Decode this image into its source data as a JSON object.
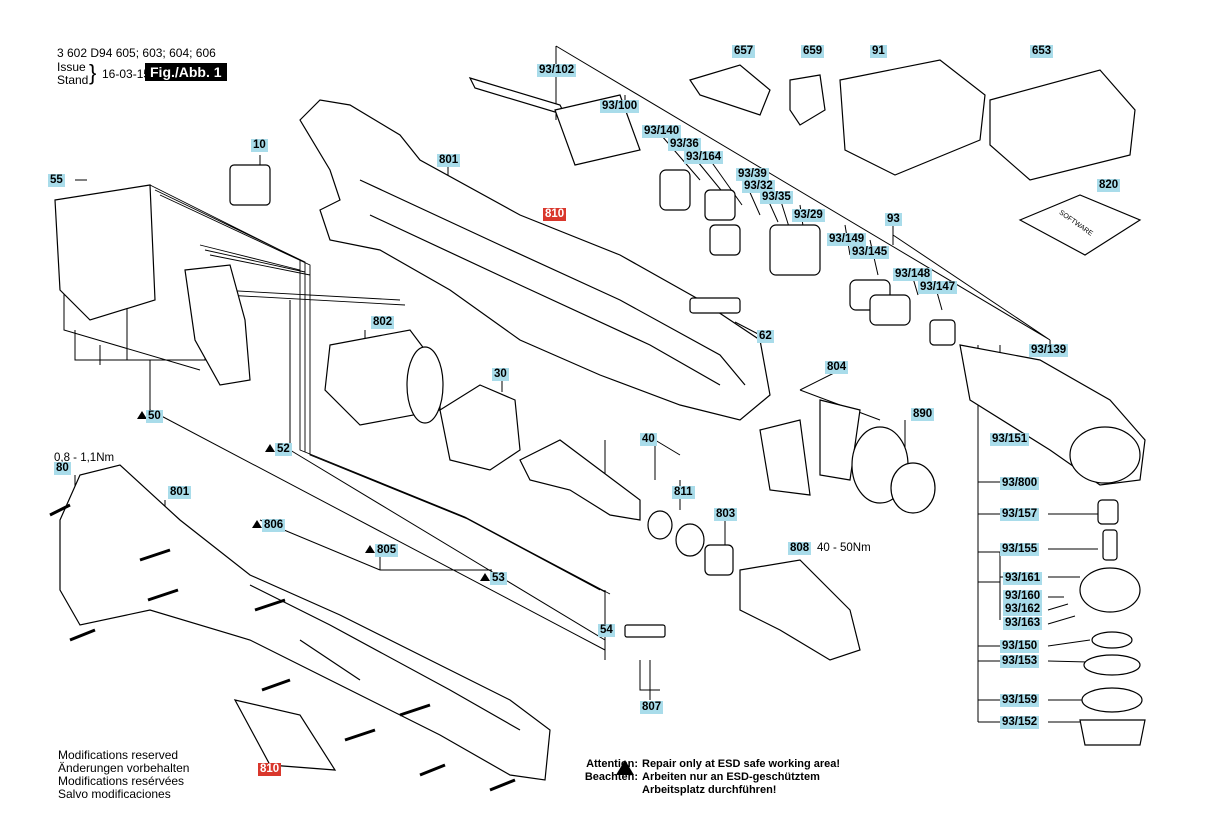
{
  "header": {
    "part_numbers": "3 602 D94 605; 603; 604; 606",
    "issue_label": "Issue",
    "stand_label": "Stand",
    "date": "16-03-15",
    "figure": "Fig./Abb. 1"
  },
  "callouts": {
    "c93_102": "93/102",
    "c657": "657",
    "c659": "659",
    "c91": "91",
    "c653": "653",
    "c93_100": "93/100",
    "c93_140": "93/140",
    "c93_36": "93/36",
    "c93_164": "93/164",
    "c93_39": "93/39",
    "c93_32": "93/32",
    "c93_35": "93/35",
    "c93_29": "93/29",
    "c820": "820",
    "c10": "10",
    "c801a": "801",
    "c55": "55",
    "c810a": "810",
    "c93": "93",
    "c93_149": "93/149",
    "c93_145": "93/145",
    "c93_148": "93/148",
    "c93_147": "93/147",
    "c62": "62",
    "c802": "802",
    "c93_139": "93/139",
    "c30": "30",
    "c804": "804",
    "c890": "890",
    "c50": "50",
    "c40": "40",
    "c93_151": "93/151",
    "c52": "52",
    "c80": "80",
    "c801b": "801",
    "c811": "811",
    "c93_800": "93/800",
    "c803": "803",
    "c806": "806",
    "c93_157": "93/157",
    "c805": "805",
    "c808": "808",
    "c93_155": "93/155",
    "c53": "53",
    "c93_161": "93/161",
    "c93_160": "93/160",
    "c93_162": "93/162",
    "c93_163": "93/163",
    "c54": "54",
    "c93_150": "93/150",
    "c93_153": "93/153",
    "c807": "807",
    "c93_159": "93/159",
    "c93_152": "93/152",
    "c810b": "810"
  },
  "annotations": {
    "torque_small": "0,8 - 1,1Nm",
    "torque_808": "40 - 50Nm",
    "software_disc": "SOFTWARE"
  },
  "footer": {
    "modifications": [
      "Modifications reserved",
      "Änderungen vorbehalten",
      "Modifications resérvées",
      "Salvo modificaciones"
    ],
    "attention_label": "Attention:",
    "attention_text": "Repair only at ESD safe working area!",
    "beachten_label": "Beachten:",
    "beachten_text": "Arbeiten nur an ESD-geschütztem",
    "beachten_text2": "Arbeitsplatz durchführen!"
  },
  "colors": {
    "callout_bg": "#a9dcea",
    "callout_red": "#d9372c",
    "ink": "#000000"
  }
}
